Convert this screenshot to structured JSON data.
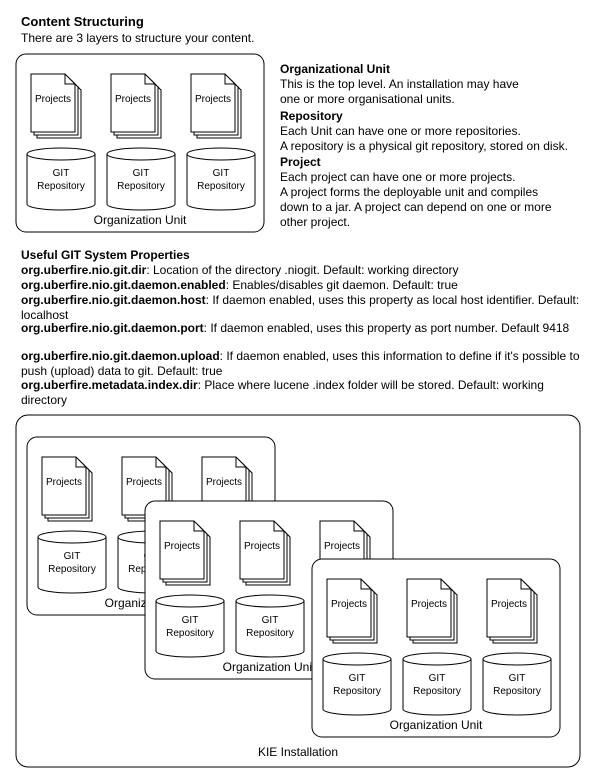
{
  "content": {
    "title": "Content Structuring",
    "subtitle": "There are 3 layers to structure your content."
  },
  "diagram_labels": {
    "projects": "Projects",
    "git": "GIT",
    "repository": "Repository",
    "organization_unit": "Organization Unit",
    "kie_installation": "KIE Installation"
  },
  "layers": {
    "org_unit_title": "Organizational Unit",
    "org_unit_line1": "This is the top level. An installation may have",
    "org_unit_line2": "one or more organisational units.",
    "repo_title": "Repository",
    "repo_line1": "Each Unit can have one or more repositories.",
    "repo_line2": "A repository is a physical git repository, stored on disk.",
    "project_title": "Project",
    "project_line1": "Each project can have one or more projects.",
    "project_line2": "A project forms the deployable unit and compiles",
    "project_line3": "down to a jar. A project can depend on one or more",
    "project_line4": "other project."
  },
  "properties": {
    "title": "Useful GIT System Properties",
    "items": [
      {
        "key": "org.uberfire.nio.git.dir",
        "desc": ": Location of the directory .niogit. Default: working directory"
      },
      {
        "key": "org.uberfire.nio.git.daemon.enabled",
        "desc": ": Enables/disables git daemon. Default: true"
      },
      {
        "key": "org.uberfire.nio.git.daemon.host",
        "desc": ": If daemon enabled, uses this property as local host identifier. Default: localhost"
      },
      {
        "key": "org.uberfire.nio.git.daemon.port",
        "desc": ": If daemon enabled, uses this property as port number. Default 9418"
      },
      {
        "key": "org.uberfire.nio.git.daemon.upload",
        "desc": ": If daemon enabled, uses this information to define if it's possible to push (upload) data to git. Default: true"
      },
      {
        "key": "org.uberfire.metadata.index.dir",
        "desc": ": Place where lucene .index folder will be stored. Default: working directory"
      }
    ]
  }
}
